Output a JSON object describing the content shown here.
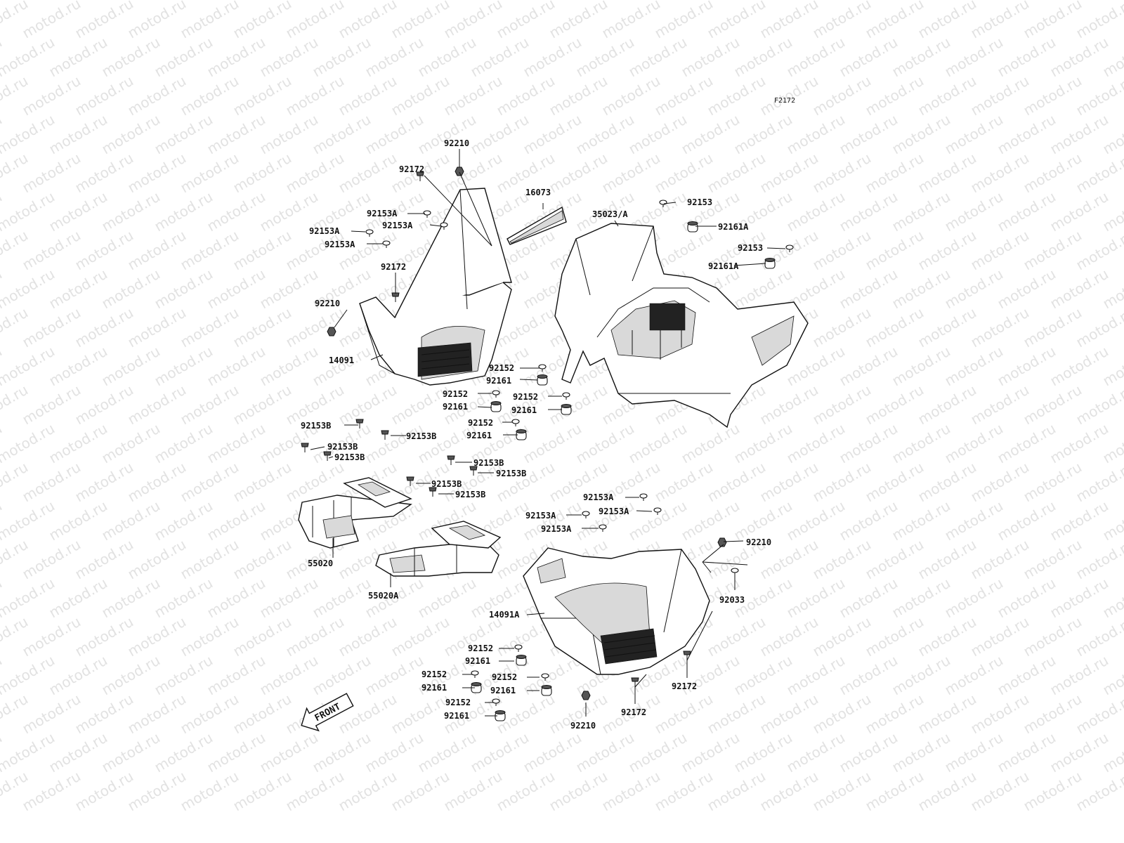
{
  "diagram": {
    "code": "F2172",
    "watermark": "motod.ru",
    "front_label": "FRONT",
    "parts": {
      "p92210_top": "92210",
      "p92172_top": "92172",
      "p92153A_1": "92153A",
      "p92153A_2": "92153A",
      "p92153A_3": "92153A",
      "p92153A_4": "92153A",
      "p92172_mid": "92172",
      "p92210_left": "92210",
      "p14091": "14091",
      "p16073": "16073",
      "p35023A": "35023/A",
      "p92153_r1": "92153",
      "p92161A_r1": "92161A",
      "p92153_r2": "92153",
      "p92161A_r2": "92161A",
      "p92152_a": "92152",
      "p92161_a": "92161",
      "p92152_b": "92152",
      "p92152_c": "92152",
      "p92161_b": "92161",
      "p92161_c": "92161",
      "p92152_d": "92152",
      "p92161_d": "92161",
      "p92153B_1": "92153B",
      "p92153B_2": "92153B",
      "p92153B_3": "92153B",
      "p92153B_4": "92153B",
      "p92153B_5": "92153B",
      "p92153B_6": "92153B",
      "p92153B_7": "92153B",
      "p92153B_8": "92153B",
      "p55020": "55020",
      "p55020A": "55020A",
      "p92153A_5": "92153A",
      "p92153A_6": "92153A",
      "p92153A_7": "92153A",
      "p92153A_8": "92153A",
      "p92210_r": "92210",
      "p92033": "92033",
      "p14091A": "14091A",
      "p92152_e": "92152",
      "p92161_e": "92161",
      "p92152_f": "92152",
      "p92152_g": "92152",
      "p92161_f": "92161",
      "p92161_g": "92161",
      "p92152_h": "92152",
      "p92161_h": "92161",
      "p92172_b1": "92172",
      "p92172_b2": "92172",
      "p92210_b": "92210"
    }
  }
}
